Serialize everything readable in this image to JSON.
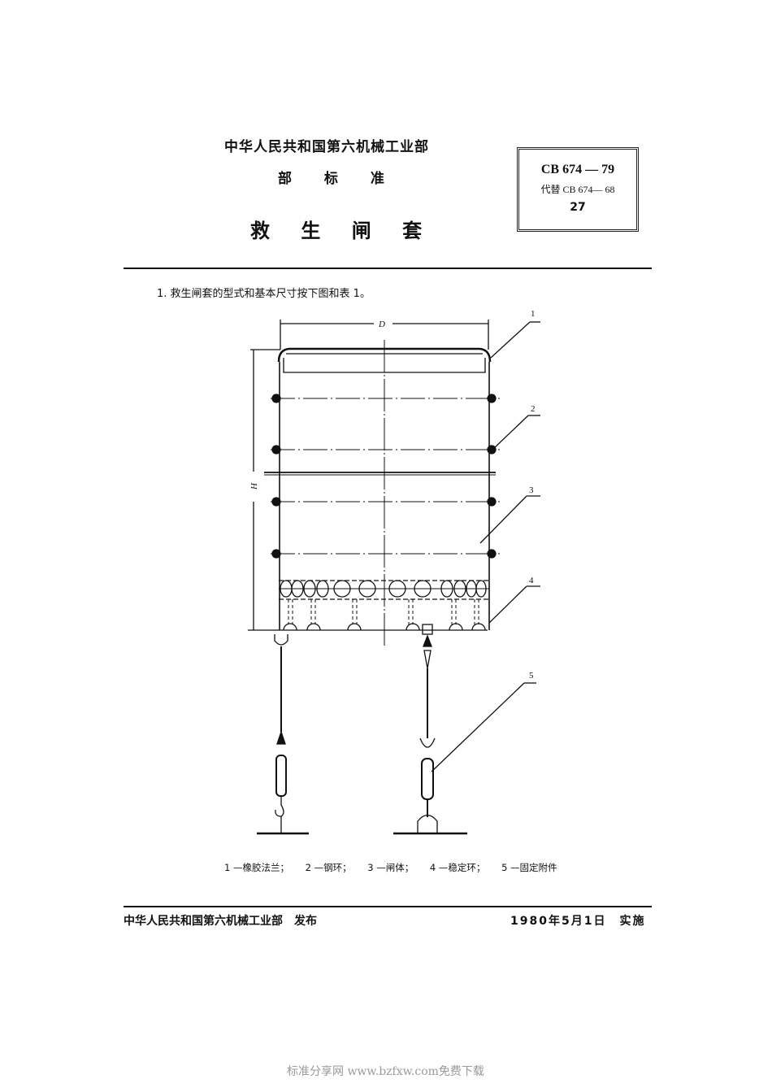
{
  "header": {
    "ministry": "中华人民共和国第六机械工业部",
    "standard_type": "部 标 准",
    "title": "救 生 闸 套"
  },
  "code_box": {
    "code": "CB 674 — 79",
    "replaces": "代替 CB 674— 68",
    "page_number": "27"
  },
  "body": {
    "clause_1": "1. 救生闸套的型式和基本尺寸按下图和表 1。"
  },
  "figure": {
    "dimension_width": "D",
    "dimension_height": "H",
    "callouts": [
      "1",
      "2",
      "3",
      "4",
      "5"
    ]
  },
  "legend": {
    "items": [
      "1 —橡胶法兰；",
      "2 —钢环；",
      "3 —闸体；",
      "4 —稳定环；",
      "5 —固定附件"
    ]
  },
  "footer": {
    "publisher": "中华人民共和国第六机械工业部　发布",
    "effective": "1980年5月1日　实施"
  },
  "watermark": "标准分享网 www.bzfxw.com免费下载"
}
